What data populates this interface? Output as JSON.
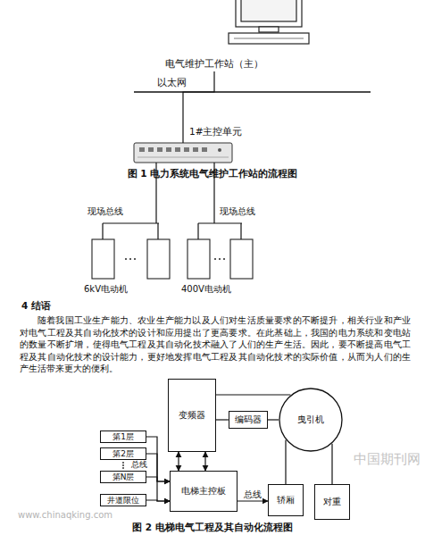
{
  "diagram": {
    "nodes": [
      {
        "text": [
          "电气维护工作站（主）"
        ]
      },
      {
        "text": [
          "1#主控单元"
        ]
      },
      {
        "text": [
          "变频器"
        ]
      },
      {
        "text": [
          "编码器"
        ]
      },
      {
        "text": [
          "曳引机"
        ]
      },
      {
        "text": [
          "第1层"
        ]
      },
      {
        "text": [
          "第2层"
        ]
      },
      {
        "text": [
          "第N层"
        ]
      },
      {
        "text": [
          "井道限位"
        ]
      },
      {
        "text": [
          "电梯主控板"
        ]
      },
      {
        "text": [
          "轿厢"
        ]
      },
      {
        "text": [
          "对重"
        ]
      }
    ],
    "edges": [
      {
        "from": 0,
        "to": 1,
        "arrow": "none"
      },
      {
        "from": 2,
        "to": 9,
        "arrow": "both"
      },
      {
        "from": 2,
        "to": 9,
        "arrow": "both"
      },
      {
        "from": 2,
        "to": 4,
        "arrow": "none"
      },
      {
        "from": 2,
        "to": 3,
        "arrow": "none"
      },
      {
        "from": 3,
        "to": 4,
        "arrow": "none"
      },
      {
        "from": 5,
        "to": 9,
        "arrow": "to"
      },
      {
        "from": 6,
        "to": 9,
        "arrow": "to"
      },
      {
        "from": 7,
        "to": 9,
        "arrow": "to"
      },
      {
        "from": 8,
        "to": 9,
        "arrow": "to"
      },
      {
        "from": 9,
        "to": 10,
        "label": "总线",
        "arrow": "to"
      },
      {
        "from": 4,
        "to": 10,
        "arrow": "none"
      },
      {
        "from": 4,
        "to": 11,
        "arrow": "none"
      }
    ],
    "labels": [
      "以太网",
      "图 1 电力系统电气维护工作站的流程图",
      "现场总线",
      "现场总线",
      "6kV电动机",
      "400V电动机",
      "4 结语",
      "随着我国工业生产能力、农业生产能力以及人们对生活质量要求的不断提升，相关行业和产业对电气工程及其自动化技术的设计和应用提出了更高要求。在此基础上，我国的电力系统和变电站的数量不断扩增，使得电气工程及其自动化技术融入了人们的生产生活。因此，要不断提高电气工程及其自动化技术的设计能力，更好地发挥电气工程及其自动化技术的实际价值，从而为人们的生产生活带来更大的便利。",
      "总线",
      "图 2 电梯电气工程及其自动化流程图",
      "中国期刊网",
      "www.chinaqking.com"
    ]
  }
}
